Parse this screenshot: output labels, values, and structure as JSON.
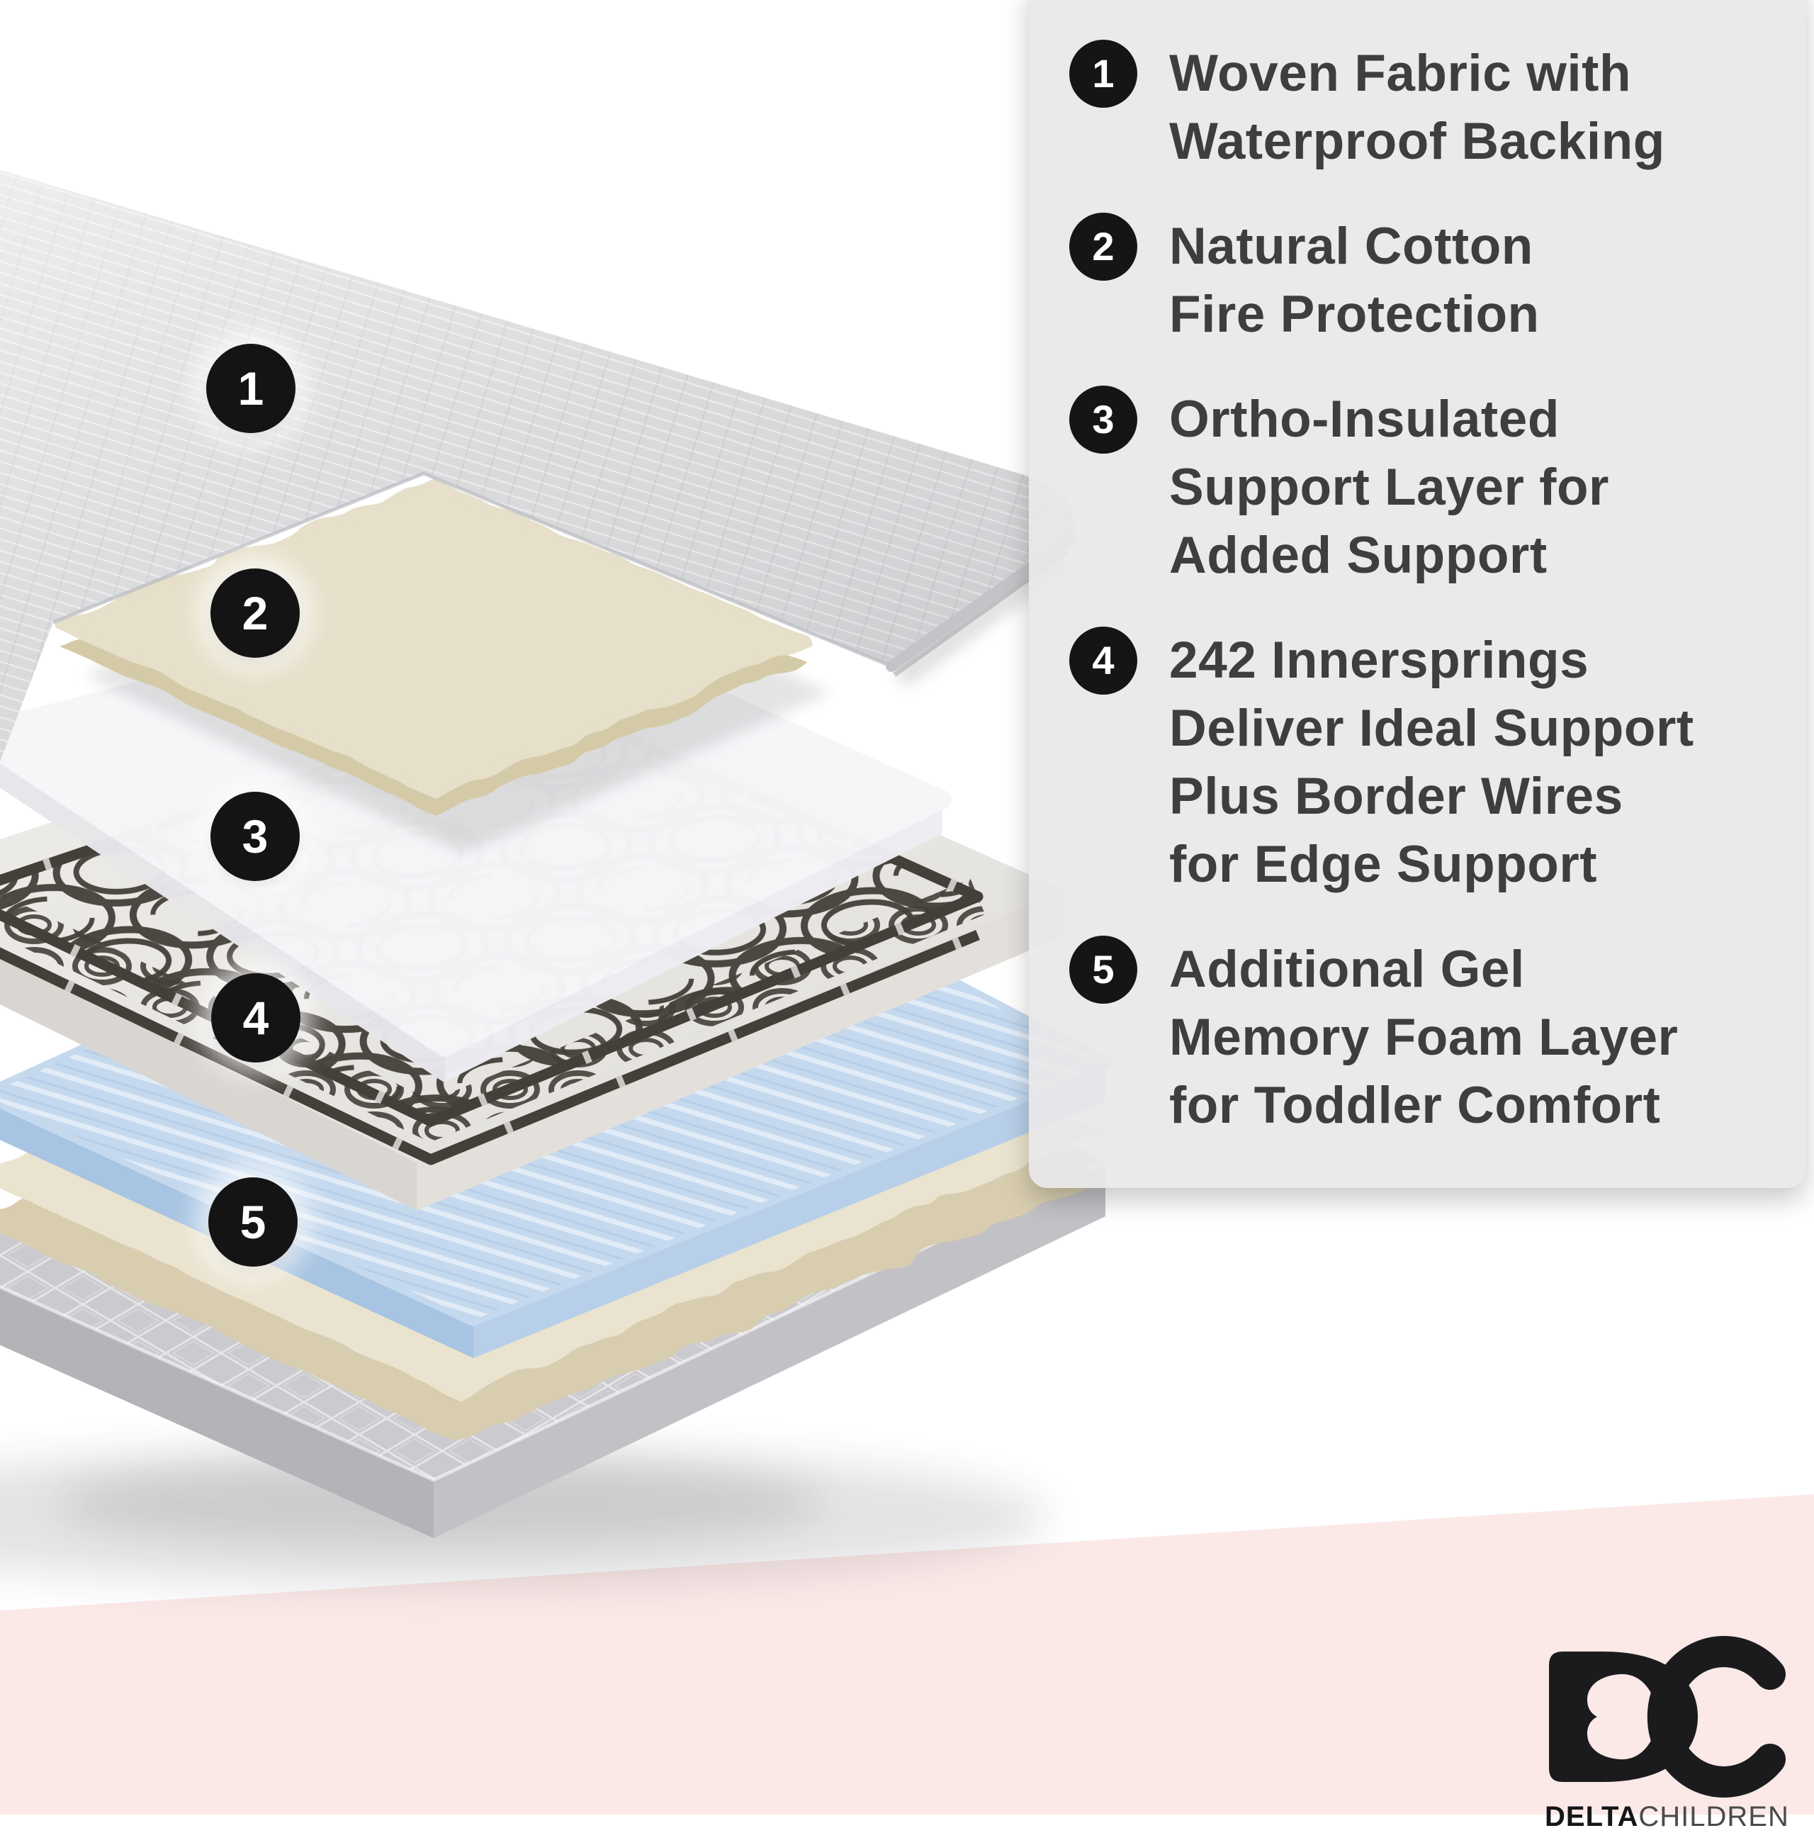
{
  "colors": {
    "background": "#ffffff",
    "pink_band": "#fbe9e8",
    "panel_gray": "#e9e8e9",
    "legend_text": "#3e3d3f",
    "circle_black": "#151515",
    "fabric_gray": "#d7d8da",
    "fabric_fold": "#c3c4c8",
    "pad_cream": "#e6dfc9",
    "pad_under": "#d5caa8",
    "foam_white": "#f6f6f9",
    "foam_front_left": "#e7e7eb",
    "foam_front_right": "#eeeef2",
    "marble_front_left": "#d9d6d2",
    "marble_front_right": "#e3e0dc",
    "spring_wire": "#453f39",
    "spring_tick": "#d6d6d4",
    "gel_top": "#c5d9ee",
    "gel_front_left": "#a7c4e2",
    "gel_front_right": "#b7cfe8",
    "batting_cream": "#eae3cf",
    "batting_under": "#d8cdaf",
    "base_top": "#cbcbcf",
    "base_front_left": "#b4b4b8",
    "base_front_right": "#c2c2c6",
    "logo_black": "#1b1b1d"
  },
  "legend": {
    "items": [
      {
        "number": "1",
        "lines": [
          "Woven Fabric with",
          "Waterproof Backing"
        ]
      },
      {
        "number": "2",
        "lines": [
          "Natural Cotton",
          "Fire Protection"
        ]
      },
      {
        "number": "3",
        "lines": [
          "Ortho-Insulated",
          "Support Layer for",
          "Added Support"
        ]
      },
      {
        "number": "4",
        "lines": [
          "242 Innersprings",
          "Deliver Ideal Support",
          "Plus Border Wires",
          "for Edge Support"
        ]
      },
      {
        "number": "5",
        "lines": [
          "Additional Gel",
          "Memory Foam Layer",
          "for Toddler Comfort"
        ]
      }
    ]
  },
  "diagram": {
    "markers": [
      {
        "number": "1"
      },
      {
        "number": "2"
      },
      {
        "number": "3"
      },
      {
        "number": "4"
      },
      {
        "number": "5"
      }
    ]
  },
  "logo": {
    "brand_bold": "DELTA",
    "brand_light": "CHILDREN"
  }
}
